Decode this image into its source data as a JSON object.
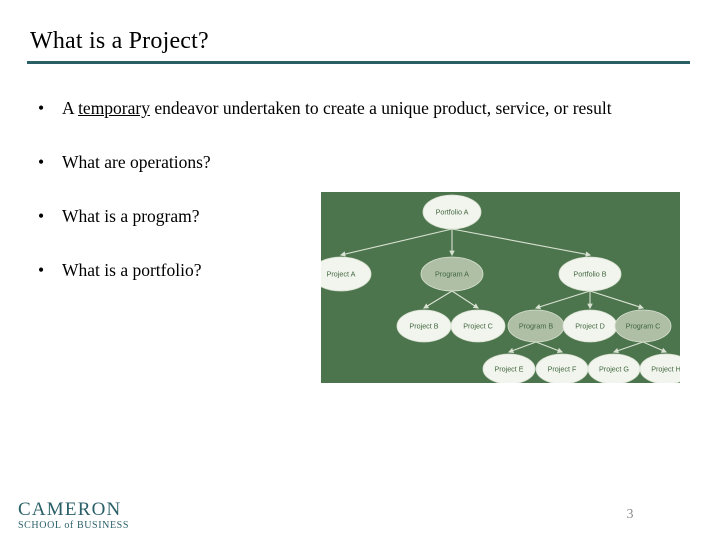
{
  "slide": {
    "title": "What is a Project?",
    "page_number": "3",
    "rule_color": "#2b5f66"
  },
  "bullets": [
    {
      "marker": "•",
      "pre": "A ",
      "underlined": "temporary",
      "post": " endeavor undertaken to create a unique product, service, or result"
    },
    {
      "marker": "•",
      "pre": "What are operations?",
      "underlined": "",
      "post": ""
    },
    {
      "marker": "•",
      "pre": "What is a program?",
      "underlined": "",
      "post": ""
    },
    {
      "marker": "•",
      "pre": "What is a portfolio?",
      "underlined": "",
      "post": ""
    }
  ],
  "diagram": {
    "background_color": "#4d754d",
    "node_fill_light": "#f2f5ee",
    "node_fill_shaded": "#aebfa5",
    "node_stroke": "#d7e0d0",
    "connector_color": "#d9e2d2",
    "label_color": "#41663f",
    "nodes": [
      {
        "id": "portfolio-a",
        "label": "Portfolio A",
        "type": "portfolio",
        "shade": "light"
      },
      {
        "id": "project-a",
        "label": "Project A",
        "type": "project",
        "shade": "light"
      },
      {
        "id": "program-a",
        "label": "Program A",
        "type": "program",
        "shade": "shaded"
      },
      {
        "id": "portfolio-b",
        "label": "Portfolio B",
        "type": "portfolio",
        "shade": "light"
      },
      {
        "id": "project-b",
        "label": "Project B",
        "type": "project",
        "shade": "light"
      },
      {
        "id": "project-c",
        "label": "Project C",
        "type": "project",
        "shade": "light"
      },
      {
        "id": "program-b",
        "label": "Program B",
        "type": "program",
        "shade": "shaded"
      },
      {
        "id": "project-d",
        "label": "Project D",
        "type": "project",
        "shade": "light"
      },
      {
        "id": "program-c",
        "label": "Program C",
        "type": "program",
        "shade": "shaded"
      },
      {
        "id": "project-e",
        "label": "Project E",
        "type": "project",
        "shade": "light"
      },
      {
        "id": "project-f",
        "label": "Project F",
        "type": "project",
        "shade": "light"
      },
      {
        "id": "project-g",
        "label": "Project G",
        "type": "project",
        "shade": "light"
      },
      {
        "id": "project-h",
        "label": "Project H",
        "type": "project",
        "shade": "light"
      }
    ],
    "edges": [
      {
        "from": "portfolio-a",
        "to": "project-a"
      },
      {
        "from": "portfolio-a",
        "to": "program-a"
      },
      {
        "from": "portfolio-a",
        "to": "portfolio-b"
      },
      {
        "from": "program-a",
        "to": "project-b"
      },
      {
        "from": "program-a",
        "to": "project-c"
      },
      {
        "from": "portfolio-b",
        "to": "program-b"
      },
      {
        "from": "portfolio-b",
        "to": "project-d"
      },
      {
        "from": "portfolio-b",
        "to": "program-c"
      },
      {
        "from": "program-b",
        "to": "project-e"
      },
      {
        "from": "program-b",
        "to": "project-f"
      },
      {
        "from": "program-c",
        "to": "project-g"
      },
      {
        "from": "program-c",
        "to": "project-h"
      }
    ]
  },
  "footer": {
    "logo_name": "CAMERON",
    "logo_tagline": "SCHOOL of BUSINESS",
    "logo_color": "#2b6069"
  }
}
